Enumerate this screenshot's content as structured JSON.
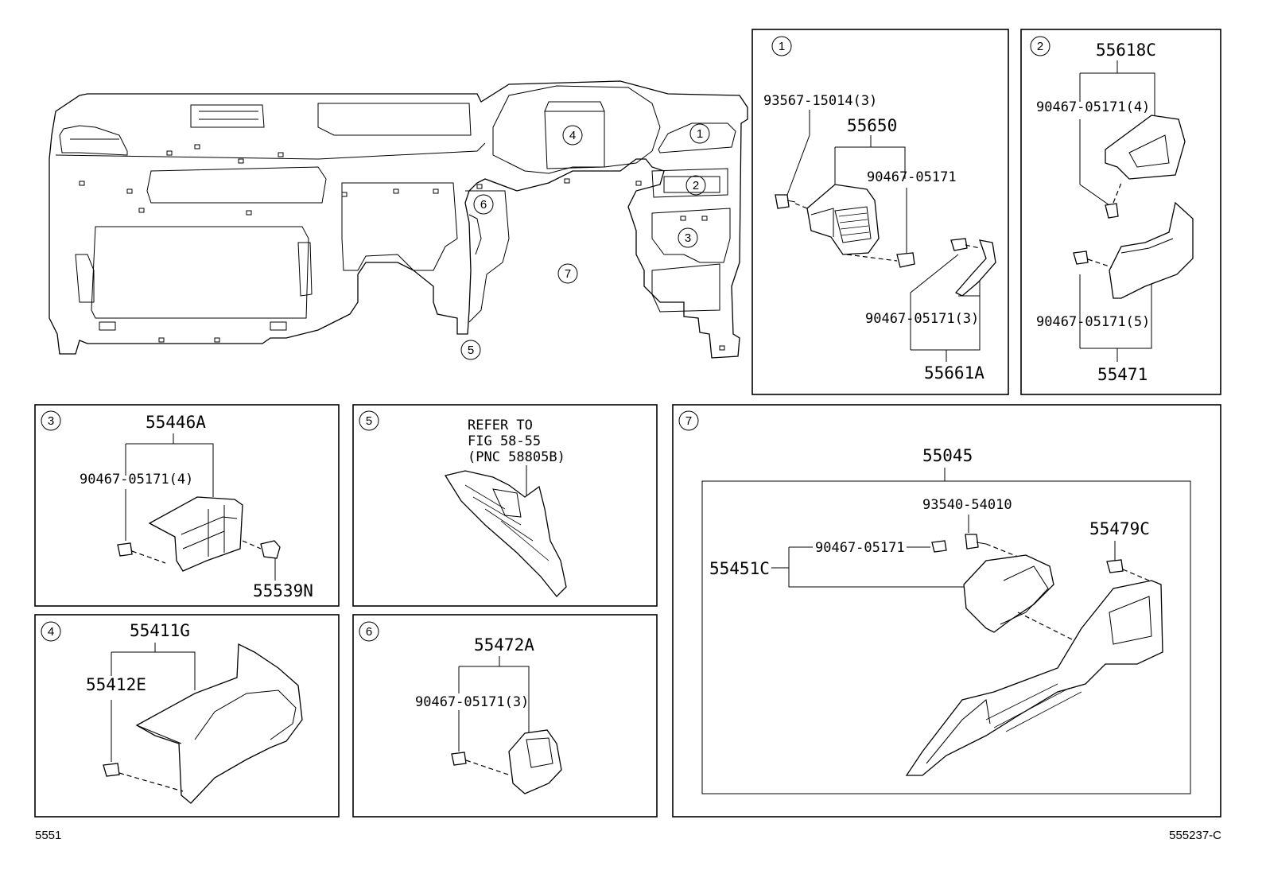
{
  "main_view": {
    "callouts": [
      "1",
      "2",
      "3",
      "4",
      "5",
      "6",
      "7"
    ]
  },
  "panels": {
    "p1": {
      "num": "1",
      "labels": {
        "a": "93567-15014(3)",
        "b": "55650",
        "c": "90467-05171",
        "d": "90467-05171(3)",
        "e": "55661A"
      }
    },
    "p2": {
      "num": "2",
      "labels": {
        "a": "55618C",
        "b": "90467-05171(4)",
        "c": "90467-05171(5)",
        "d": "55471"
      }
    },
    "p3": {
      "num": "3",
      "labels": {
        "a": "55446A",
        "b": "90467-05171(4)",
        "c": "55539N"
      }
    },
    "p4": {
      "num": "4",
      "labels": {
        "a": "55411G",
        "b": "55412E"
      }
    },
    "p5": {
      "num": "5",
      "labels": {
        "line1": "REFER TO",
        "line2": "FIG 58-55",
        "line3": "(PNC 58805B)"
      }
    },
    "p6": {
      "num": "6",
      "labels": {
        "a": "55472A",
        "b": "90467-05171(3)"
      }
    },
    "p7": {
      "num": "7",
      "labels": {
        "a": "55045",
        "b": "93540-54010",
        "c": "90467-05171",
        "d": "55451C",
        "e": "55479C"
      }
    }
  },
  "footer": {
    "left": "5551",
    "right": "555237-C"
  }
}
